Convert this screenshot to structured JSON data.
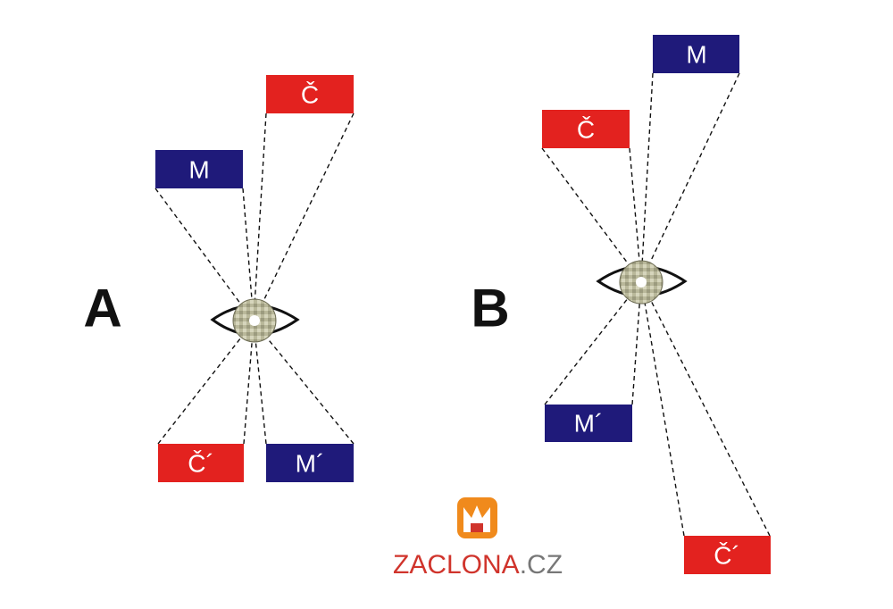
{
  "colors": {
    "red": "#e3221f",
    "blue": "#1f1a7a",
    "text_dark": "#111111",
    "logo_red": "#d0342c",
    "logo_gray": "#777777",
    "logo_orange": "#f08a1c"
  },
  "panel_a": {
    "letter": "A",
    "boxes": {
      "top_red": "Č",
      "top_blue": "M",
      "bottom_red": "Č´",
      "bottom_blue": "M´"
    }
  },
  "panel_b": {
    "letter": "B",
    "boxes": {
      "top_red": "Č",
      "top_blue": "M",
      "bottom_red": "Č´",
      "bottom_blue": "M´"
    }
  },
  "logo": {
    "name_main": "ZACLONA",
    "name_suffix": ".CZ",
    "icon": "crown-logo-icon"
  },
  "icons": [
    "eye-icon",
    "crown-logo-icon"
  ]
}
